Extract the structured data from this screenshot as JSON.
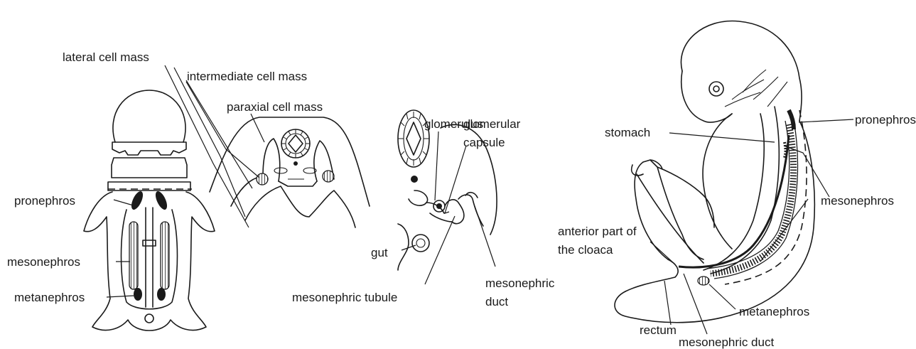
{
  "panels": {
    "dorsal_view": {
      "labels": {
        "pronephros": "pronephros",
        "mesonephros": "mesonephros",
        "metanephros": "metanephros"
      }
    },
    "cross_section": {
      "labels": {
        "lateral_cell_mass": "lateral cell mass",
        "intermediate_cell_mass": "intermediate cell mass",
        "paraxial_cell_mass": "paraxial cell mass"
      }
    },
    "nephron_section": {
      "labels": {
        "glomerulus": "glomerulus",
        "glomerular_capsule_line1": "glomerular",
        "glomerular_capsule_line2": "capsule",
        "gut": "gut",
        "mesonephric_tubule": "mesonephric tubule",
        "mesonephric_duct_line1": "mesonephric",
        "mesonephric_duct_line2": "duct"
      }
    },
    "lateral_view": {
      "labels": {
        "pronephros": "pronephros",
        "stomach": "stomach",
        "mesonephros": "mesonephros",
        "anterior_cloaca_line1": "anterior part of",
        "anterior_cloaca_line2": "the cloaca",
        "metanephros": "metanephros",
        "rectum": "rectum",
        "mesonephric_duct": "mesonephric duct"
      }
    }
  }
}
